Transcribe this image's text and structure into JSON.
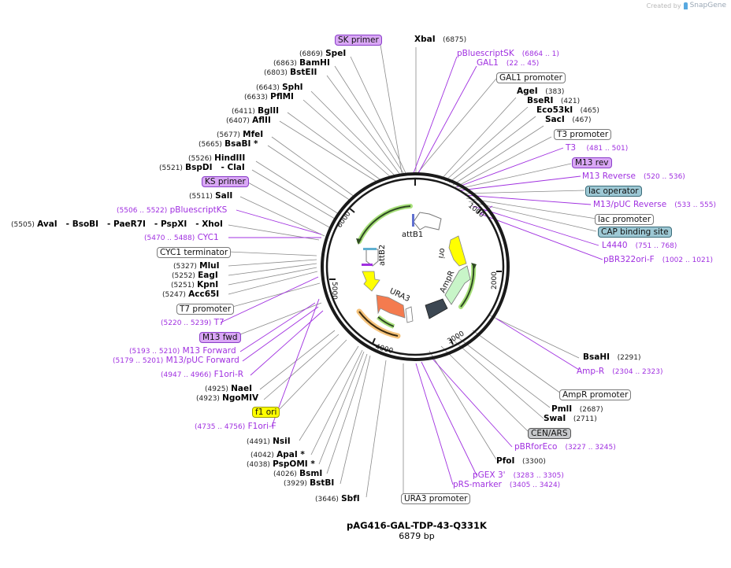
{
  "credit": {
    "prefix": "Created by",
    "brand": "SnapGene"
  },
  "plasmid": {
    "name": "pAG416-GAL-TDP-43-Q331K",
    "length": "6879 bp"
  },
  "ruler_ticks": [
    "1000",
    "2000",
    "3000",
    "4000",
    "5000",
    "6000"
  ],
  "inner_feature_labels": {
    "attB1": "attB1",
    "attB2": "attB2",
    "ori": "ori",
    "AmpR": "AmpR",
    "URA3": "URA3"
  },
  "enzymes_left": [
    {
      "name": "SpeI",
      "pos": "(6869)"
    },
    {
      "name": "BamHI",
      "pos": "(6863)"
    },
    {
      "name": "BstEII",
      "pos": "(6803)"
    },
    {
      "name": "SphI",
      "pos": "(6643)"
    },
    {
      "name": "PflMI",
      "pos": "(6633)"
    },
    {
      "name": "BglII",
      "pos": "(6411)"
    },
    {
      "name": "AflII",
      "pos": "(6407)"
    },
    {
      "name": "MfeI",
      "pos": "(5677)"
    },
    {
      "name": "BsaBI *",
      "pos": "(5665)"
    },
    {
      "name": "HindIII",
      "pos": "(5526)"
    },
    {
      "name": "BspDI   - ClaI",
      "pos": "(5521)"
    },
    {
      "name": "SalI",
      "pos": "(5511)"
    },
    {
      "name": "AvaI   - BsoBI   - PaeR7I   - PspXI   - XhoI",
      "pos": "(5505)"
    },
    {
      "name": "MluI",
      "pos": "(5327)"
    },
    {
      "name": "EagI",
      "pos": "(5252)"
    },
    {
      "name": "KpnI",
      "pos": "(5251)"
    },
    {
      "name": "Acc65I",
      "pos": "(5247)"
    },
    {
      "name": "NaeI",
      "pos": "(4925)"
    },
    {
      "name": "NgoMIV",
      "pos": "(4923)"
    },
    {
      "name": "NsiI",
      "pos": "(4491)"
    },
    {
      "name": "ApaI *",
      "pos": "(4042)"
    },
    {
      "name": "PspOMI *",
      "pos": "(4038)"
    },
    {
      "name": "BsmI",
      "pos": "(4026)"
    },
    {
      "name": "BstBI",
      "pos": "(3929)"
    },
    {
      "name": "SbfI",
      "pos": "(3646)"
    }
  ],
  "enzymes_right": [
    {
      "name": "XbaI",
      "pos": "(6875)"
    },
    {
      "name": "AgeI",
      "pos": "(383)"
    },
    {
      "name": "BseRI",
      "pos": "(421)"
    },
    {
      "name": "Eco53kI",
      "pos": "(465)"
    },
    {
      "name": "SacI",
      "pos": "(467)"
    },
    {
      "name": "BsaHI",
      "pos": "(2291)"
    },
    {
      "name": "PmlI",
      "pos": "(2687)"
    },
    {
      "name": "SwaI",
      "pos": "(2711)"
    },
    {
      "name": "PfoI",
      "pos": "(3300)"
    }
  ],
  "primers_right": [
    {
      "name": "pBluescriptSK",
      "pos": "(6864 .. 1)"
    },
    {
      "name": "GAL1",
      "pos": "(22 .. 45)"
    },
    {
      "name": "T3",
      "pos": "(481 .. 501)"
    },
    {
      "name": "M13 Reverse",
      "pos": "(520 .. 536)"
    },
    {
      "name": "M13/pUC Reverse",
      "pos": "(533 .. 555)"
    },
    {
      "name": "L4440",
      "pos": "(751 .. 768)"
    },
    {
      "name": "pBR322ori-F",
      "pos": "(1002 .. 1021)"
    },
    {
      "name": "Amp-R",
      "pos": "(2304 .. 2323)"
    },
    {
      "name": "pBRforEco",
      "pos": "(3227 .. 3245)"
    },
    {
      "name": "pGEX 3'",
      "pos": "(3283 .. 3305)"
    },
    {
      "name": "pRS-marker",
      "pos": "(3405 .. 3424)"
    }
  ],
  "primers_left": [
    {
      "name": "pBluescriptKS",
      "pos": "(5506 .. 5522)"
    },
    {
      "name": "CYC1",
      "pos": "(5470 .. 5488)"
    },
    {
      "name": "T7",
      "pos": "(5220 .. 5239)"
    },
    {
      "name": "M13 Forward",
      "pos": "(5193 .. 5210)"
    },
    {
      "name": "M13/pUC Forward",
      "pos": "(5179 .. 5201)"
    },
    {
      "name": "F1ori-R",
      "pos": "(4947 .. 4966)"
    },
    {
      "name": "F1ori-F",
      "pos": "(4735 .. 4756)"
    }
  ],
  "features": {
    "sk_primer": "SK primer",
    "gal1_promoter": "GAL1 promoter",
    "t3_promoter": "T3 promoter",
    "m13_rev": "M13 rev",
    "lac_operator": "lac operator",
    "lac_promoter": "lac promoter",
    "cap_binding_site": "CAP binding site",
    "ampr_promoter": "AmpR promoter",
    "cen_ars": "CEN/ARS",
    "ura3_promoter": "URA3 promoter",
    "ks_primer": "KS primer",
    "cyc1_terminator": "CYC1 terminator",
    "t7_promoter": "T7 promoter",
    "m13_fwd": "M13 fwd",
    "f1_ori": "f1 ori"
  },
  "colors": {
    "primer": "#a030e0",
    "ori": "#ffff00",
    "ampr": "#c8f5c8",
    "ura3": "#f47b4f",
    "cen_ars": "#3c4752",
    "orf_green": "#a7e07a",
    "orf_orange": "#f5c27a",
    "backbone": "#1a1a1a"
  }
}
